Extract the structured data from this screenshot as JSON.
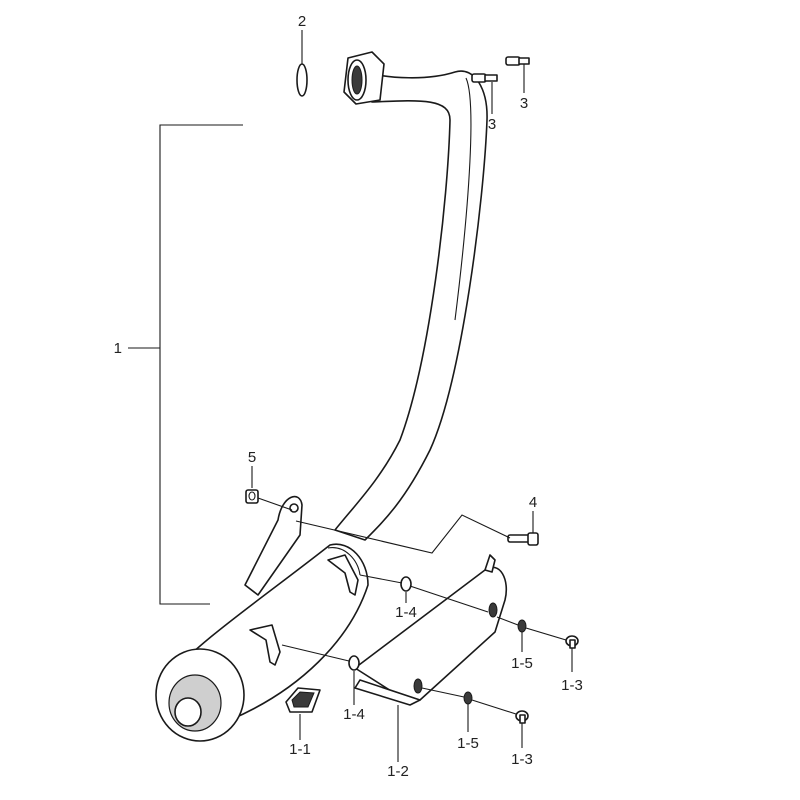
{
  "callouts": {
    "c1": "1",
    "c2": "2",
    "c3a": "3",
    "c3b": "3",
    "c4": "4",
    "c5": "5",
    "c1_1": "1-1",
    "c1_2": "1-2",
    "c1_3a": "1-3",
    "c1_3b": "1-3",
    "c1_4a": "1-4",
    "c1_4b": "1-4",
    "c1_5a": "1-5",
    "c1_5b": "1-5"
  }
}
